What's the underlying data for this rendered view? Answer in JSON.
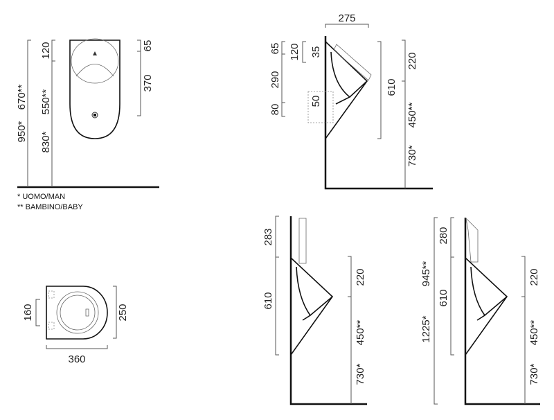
{
  "front_view": {
    "dims": {
      "d950": "950*",
      "d670": "670**",
      "d830": "830*",
      "d550": "550**",
      "d120": "120",
      "d65": "65",
      "d370": "370"
    }
  },
  "legend": {
    "man": "* UOMO/MAN",
    "baby": "** BAMBINO/BABY"
  },
  "top_view": {
    "dims": {
      "d160": "160",
      "d250": "250",
      "d360": "360"
    }
  },
  "side_view": {
    "dims": {
      "d275": "275",
      "d65": "65",
      "d120": "120",
      "d35": "35",
      "d290": "290",
      "d50": "50",
      "d80": "80",
      "d610": "610",
      "d220": "220",
      "d450": "450**",
      "d730": "730*"
    }
  },
  "side_view_2": {
    "dims": {
      "d283": "283",
      "d610": "610",
      "d220": "220",
      "d450": "450**",
      "d730": "730*"
    }
  },
  "side_view_3": {
    "dims": {
      "d280": "280",
      "d945": "945**",
      "d610": "610",
      "d1225": "1225*",
      "d220": "220",
      "d450": "450**",
      "d730": "730*"
    }
  }
}
